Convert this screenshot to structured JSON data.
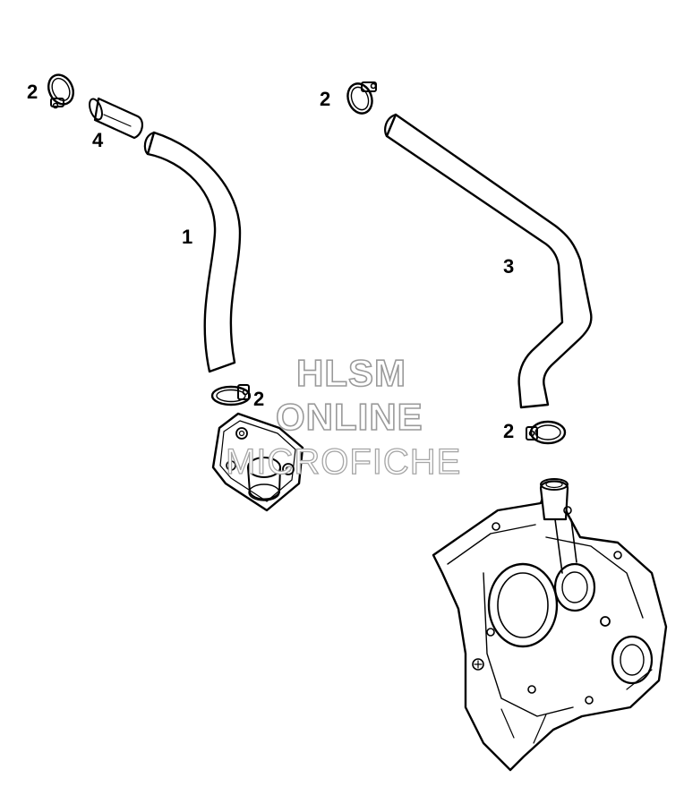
{
  "callouts": {
    "c1": "1",
    "c2a": "2",
    "c2b": "2",
    "c2c": "2",
    "c2d": "2",
    "c3": "3",
    "c4": "4"
  },
  "watermark": {
    "line1": "HLSM",
    "line2": "ONLINE",
    "line3": "MICROFICHE"
  },
  "colors": {
    "line": "#000000",
    "background": "#ffffff",
    "watermark_outline": "#9a9a9a"
  }
}
